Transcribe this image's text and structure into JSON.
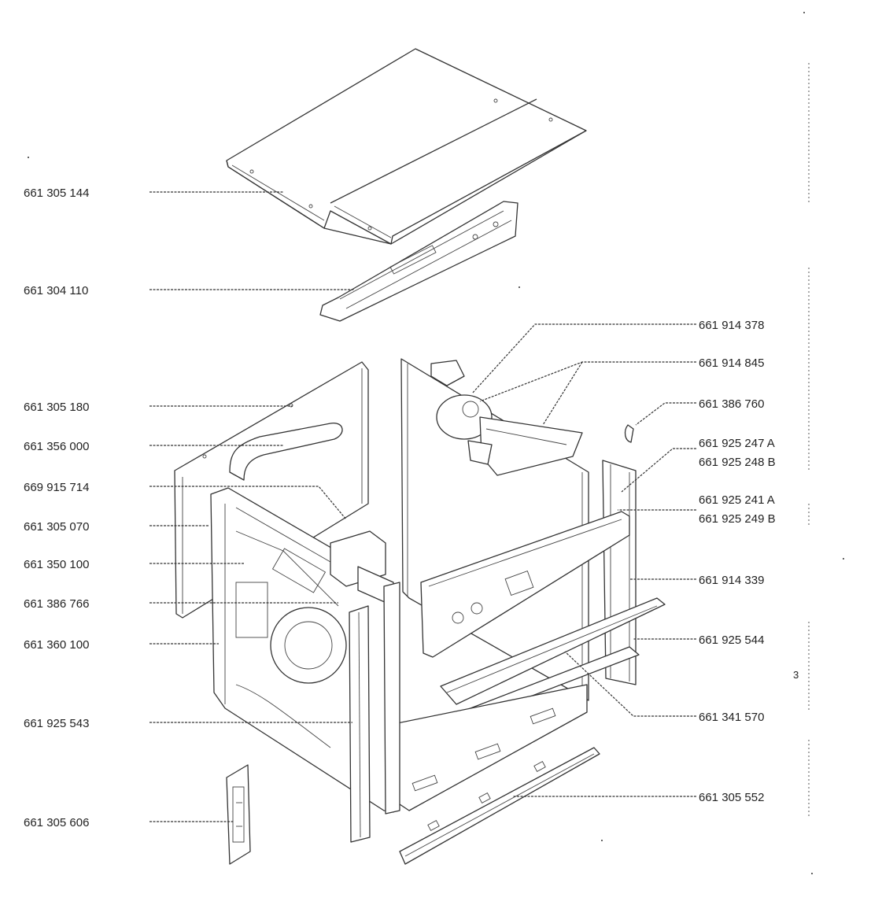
{
  "labels_left": [
    "661 305 144",
    "661 304 110",
    "661 305 180",
    "661 356 000",
    "669 915 714",
    "661 305 070",
    "661 350 100",
    "661 386 766",
    "661 360 100",
    "661 925 543",
    "661 305 606"
  ],
  "labels_right": [
    "661 914 378",
    "661 914 845",
    "661 386 760",
    "661 925 247 A",
    "661 925 248 B",
    "661 925 241 A",
    "661 925 249 B",
    "661 914 339",
    "661 925 544",
    "661 341 570",
    "661 305 552"
  ],
  "page_number": "3"
}
